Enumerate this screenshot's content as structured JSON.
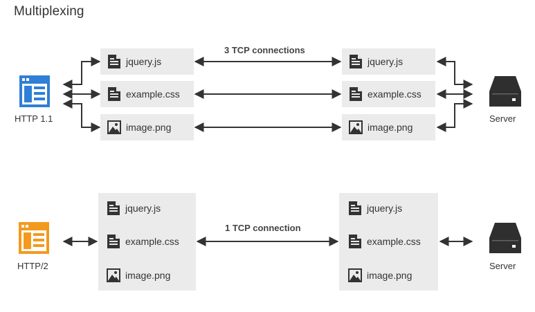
{
  "title": "Multiplexing",
  "colors": {
    "http1": "#2f7fd6",
    "http2": "#f39a1e",
    "server": "#2f2f2f",
    "box": "#ebebeb",
    "arrow": "#333333"
  },
  "http1": {
    "client_label": "HTTP 1.1",
    "server_label": "Server",
    "connection_label": "3 TCP connections",
    "client_files": [
      "jquery.js",
      "example.css",
      "image.png"
    ],
    "server_files": [
      "jquery.js",
      "example.css",
      "image.png"
    ]
  },
  "http2": {
    "client_label": "HTTP/2",
    "server_label": "Server",
    "connection_label": "1 TCP connection",
    "client_files": [
      "jquery.js",
      "example.css",
      "image.png"
    ],
    "server_files": [
      "jquery.js",
      "example.css",
      "image.png"
    ]
  },
  "icons": {
    "client": "browser-window-icon",
    "server": "server-icon",
    "js": "document-icon",
    "css": "document-icon",
    "png": "image-icon"
  }
}
